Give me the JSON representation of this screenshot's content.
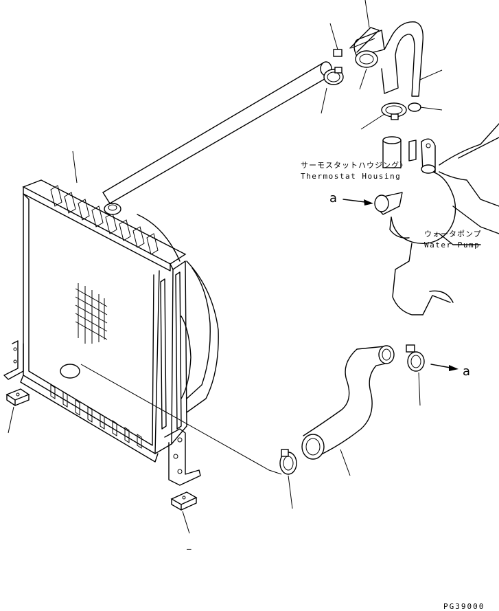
{
  "labels": {
    "thermostat_jp": "サーモスタットハウジング〉",
    "thermostat_en": "Thermostat Housing",
    "waterpump_jp": "ウォータポンプ",
    "waterpump_en": "Water Pump",
    "ref_a_left": "a",
    "ref_a_right": "a",
    "bottom_dash": "–",
    "drawing_code": "PG39000"
  }
}
